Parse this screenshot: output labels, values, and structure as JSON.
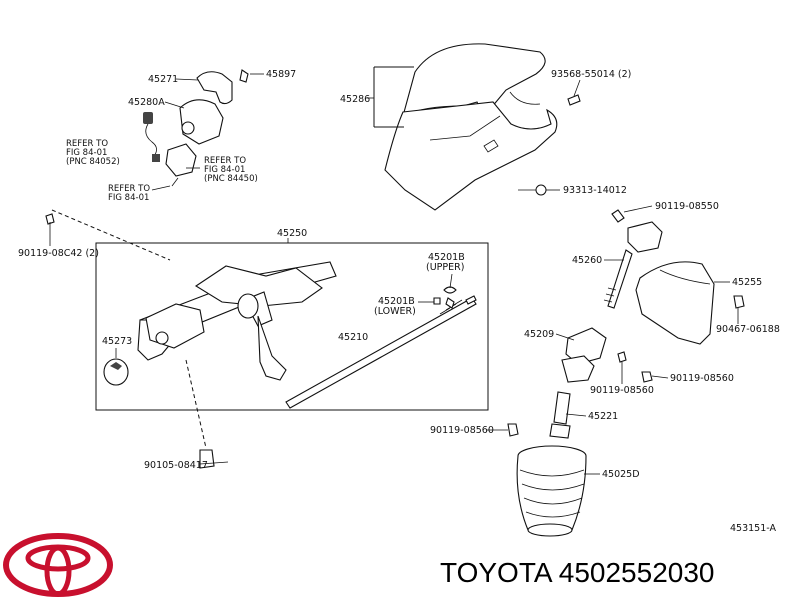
{
  "diagram": {
    "part_labels": {
      "p45271": "45271",
      "p45897": "45897",
      "p45280A": "45280A",
      "p45286": "45286",
      "p93568": "93568-55014 (2)",
      "p93313": "93313-14012",
      "p90119_08550": "90119-08550",
      "p90119_08C42": "90119-08C42 (2)",
      "p45250": "45250",
      "p45201B_upper": "45201B",
      "upper": "(UPPER)",
      "p45201B_lower": "45201B",
      "lower": "(LOWER)",
      "p45210": "45210",
      "p45273": "45273",
      "p45260": "45260",
      "p45255": "45255",
      "p90467": "90467-06188",
      "p45209": "45209",
      "p90119_08560_a": "90119-08560",
      "p90119_08560_b": "90119-08560",
      "p90119_08560_c": "90119-08560",
      "p45221": "45221",
      "p45025D": "45025D",
      "p90105": "90105-08417",
      "fig_id": "453151-A"
    },
    "references": {
      "ref1_line1": "REFER TO",
      "ref1_line2": "FIG 84-01",
      "ref1_line3": "(PNC 84052)",
      "ref2_line1": "REFER TO",
      "ref2_line2": "FIG 84-01",
      "ref2_line3": "(PNC 84450)",
      "ref3_line1": "REFER TO",
      "ref3_line2": "FIG 84-01"
    }
  },
  "footer": {
    "brand_text": "TOYOTA 4502552030",
    "logo_icon": "toyota-logo-icon",
    "logo_color": "#c8102e"
  }
}
